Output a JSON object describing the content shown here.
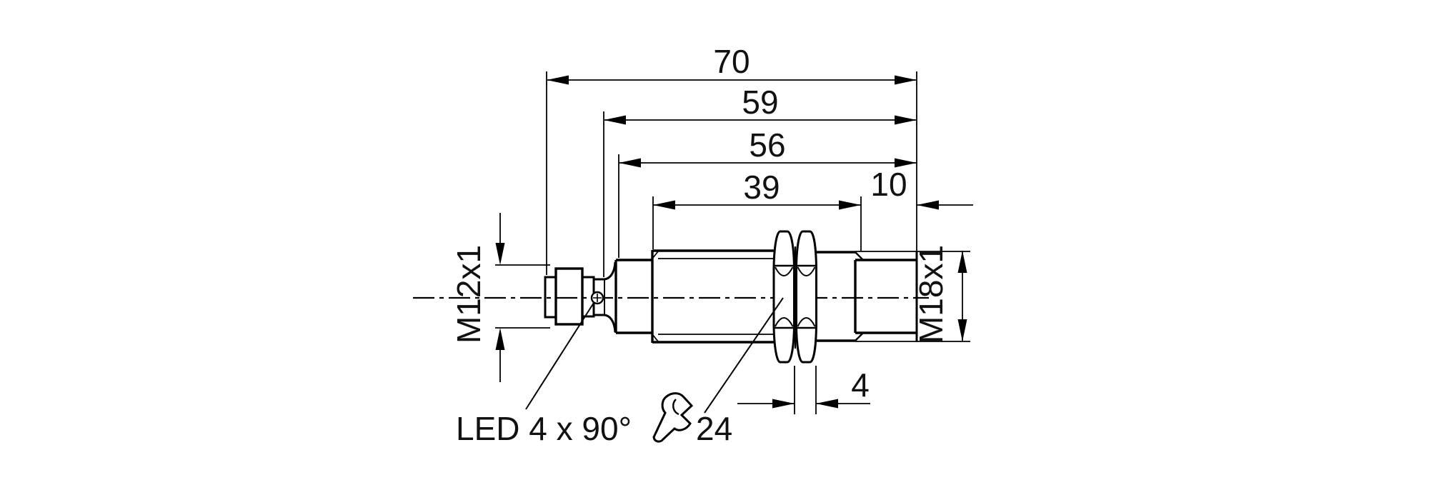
{
  "drawing": {
    "background_color": "#ffffff",
    "line_color": "#000000",
    "text_color": "#111111",
    "dimensions": {
      "overall_length": "70",
      "length_to_neck": "59",
      "length_to_housing": "56",
      "barrel_length": "39",
      "rear_thread_length": "10",
      "nut_width": "4",
      "wrench_size": "24",
      "connector_thread": "M12x1",
      "housing_thread": "M18x1",
      "led_label": "LED 4 x 90°"
    }
  }
}
